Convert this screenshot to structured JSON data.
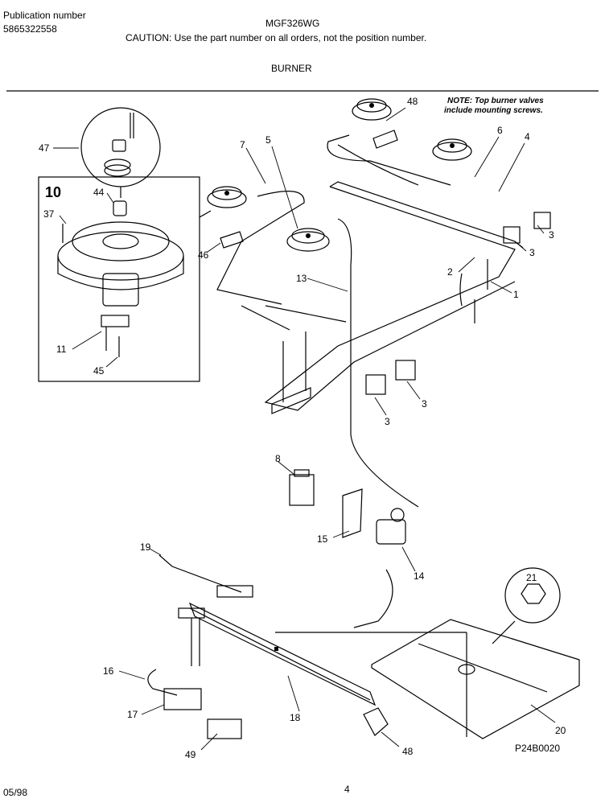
{
  "header": {
    "pub_label": "Publication number",
    "pub_number": "5865322558",
    "model": "MGF326WG",
    "caution": "CAUTION:  Use the part number on all orders, not the position number.",
    "section": "BURNER"
  },
  "note": [
    "NOTE: Top burner valves",
    "include mounting screws."
  ],
  "figure_code": "P24B0020",
  "footer": {
    "date": "05/98",
    "page": "4"
  },
  "callouts": {
    "c47": "47",
    "c10": "10",
    "c44": "44",
    "c37": "37",
    "c46": "46",
    "c11": "11",
    "c45": "45",
    "c7": "7",
    "c5": "5",
    "c13": "13",
    "c48a": "48",
    "c6": "6",
    "c4": "4",
    "c2": "2",
    "c3a": "3",
    "c3b": "3",
    "c1": "1",
    "c3c": "3",
    "c3d": "3",
    "c8": "8",
    "c15": "15",
    "c14": "14",
    "c19": "19",
    "c21": "21",
    "c16": "16",
    "c17": "17",
    "c18": "18",
    "c20": "20",
    "c49": "49",
    "c48b": "48"
  }
}
